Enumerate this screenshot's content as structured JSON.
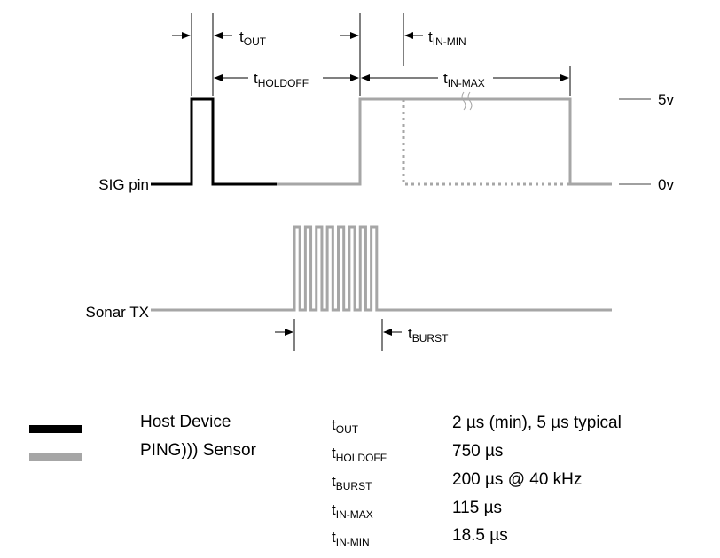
{
  "diagram": {
    "signals": [
      {
        "label": "SIG pin"
      },
      {
        "label": "Sonar TX"
      }
    ],
    "levels": [
      "5v",
      "0v"
    ],
    "timing_markers": [
      {
        "symbol": "t",
        "sub": "OUT"
      },
      {
        "symbol": "t",
        "sub": "HOLDOFF"
      },
      {
        "symbol": "t",
        "sub": "IN-MIN"
      },
      {
        "symbol": "t",
        "sub": "IN-MAX"
      },
      {
        "symbol": "t",
        "sub": "BURST"
      }
    ],
    "colors": {
      "host": "#000000",
      "sensor": "#a6a6a6"
    }
  },
  "legend": [
    {
      "label": "Host Device",
      "color": "#000000"
    },
    {
      "label": "PING))) Sensor",
      "color": "#a6a6a6"
    }
  ],
  "parameters": [
    {
      "symbol": "t",
      "sub": "OUT",
      "value": "2 µs (min), 5 µs typical"
    },
    {
      "symbol": "t",
      "sub": "HOLDOFF",
      "value": "750 µs"
    },
    {
      "symbol": "t",
      "sub": "BURST",
      "value": "200 µs @ 40 kHz"
    },
    {
      "symbol": "t",
      "sub": "IN-MAX",
      "value": "115 µs"
    },
    {
      "symbol": "t",
      "sub": "IN-MIN",
      "value": "18.5 µs"
    }
  ]
}
